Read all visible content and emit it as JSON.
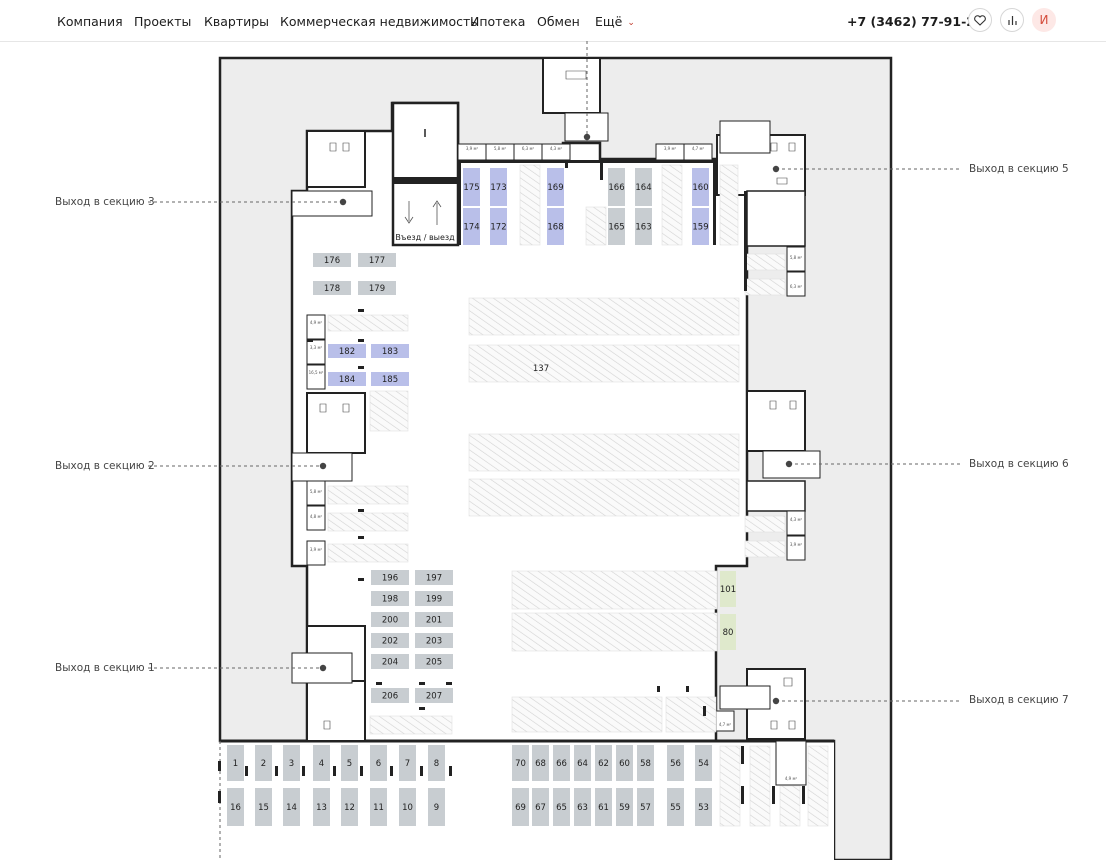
{
  "nav": {
    "items": [
      "Компания",
      "Проекты",
      "Квартиры",
      "Коммерческая недвижимость",
      "Ипотека",
      "Обмен",
      "Ещё"
    ],
    "phone": "+7 (3462) 77-91-26",
    "user_initial": "И",
    "icons": [
      "heart-icon",
      "chart-icon",
      "user-avatar"
    ]
  },
  "plan": {
    "colors": {
      "available": "#b9bfe9",
      "gray": "#c8cdd1",
      "green": "#dfe9cc",
      "hatch": "#d0d0d0",
      "wall": "#222222",
      "outside": "#ededed"
    },
    "exits": [
      "Выход в секцию 1",
      "Выход в секцию 2",
      "Выход в секцию 3",
      "Выход в секцию 5",
      "Выход в секцию 6",
      "Выход в секцию 7"
    ],
    "entrance_label": "Въезд / выезд",
    "common_area": "137",
    "top_spots": [
      {
        "num": "175",
        "status": "available"
      },
      {
        "num": "173",
        "status": "available"
      },
      {
        "num": "169",
        "status": "available"
      },
      {
        "num": "166",
        "status": "gray"
      },
      {
        "num": "164",
        "status": "gray"
      },
      {
        "num": "160",
        "status": "available"
      },
      {
        "num": "174",
        "status": "available"
      },
      {
        "num": "172",
        "status": "available"
      },
      {
        "num": "168",
        "status": "available"
      },
      {
        "num": "165",
        "status": "gray"
      },
      {
        "num": "163",
        "status": "gray"
      },
      {
        "num": "159",
        "status": "available"
      }
    ],
    "left_spots": [
      {
        "num": "176",
        "status": "gray"
      },
      {
        "num": "177",
        "status": "gray"
      },
      {
        "num": "178",
        "status": "gray"
      },
      {
        "num": "179",
        "status": "gray"
      },
      {
        "num": "182",
        "status": "available"
      },
      {
        "num": "183",
        "status": "available"
      },
      {
        "num": "184",
        "status": "available"
      },
      {
        "num": "185",
        "status": "available"
      }
    ],
    "middle_spots": [
      {
        "num": "196",
        "status": "gray"
      },
      {
        "num": "197",
        "status": "gray"
      },
      {
        "num": "198",
        "status": "gray"
      },
      {
        "num": "199",
        "status": "gray"
      },
      {
        "num": "200",
        "status": "gray"
      },
      {
        "num": "201",
        "status": "gray"
      },
      {
        "num": "202",
        "status": "gray"
      },
      {
        "num": "203",
        "status": "gray"
      },
      {
        "num": "204",
        "status": "gray"
      },
      {
        "num": "205",
        "status": "gray"
      },
      {
        "num": "206",
        "status": "gray"
      },
      {
        "num": "207",
        "status": "gray"
      }
    ],
    "right_spots": [
      {
        "num": "101",
        "status": "green"
      },
      {
        "num": "80",
        "status": "green"
      }
    ],
    "bottom_left_top": [
      "1",
      "2",
      "3",
      "4",
      "5",
      "6",
      "7",
      "8"
    ],
    "bottom_left_bottom": [
      "16",
      "15",
      "14",
      "13",
      "12",
      "11",
      "10",
      "9"
    ],
    "bottom_mid_top": [
      "70",
      "68",
      "66",
      "64",
      "62",
      "60",
      "58",
      "56",
      "54"
    ],
    "bottom_mid_bottom": [
      "69",
      "67",
      "65",
      "63",
      "61",
      "59",
      "57",
      "55",
      "53"
    ],
    "storage_labels": [
      "3,9 м²",
      "5,8 м²",
      "6,3 м²",
      "4,3 м²",
      "3,9 м²",
      "4,7 м²",
      "4,9 м²",
      "3,3 м²",
      "16,5 м²",
      "5,8 м²",
      "4,8 м²"
    ]
  }
}
